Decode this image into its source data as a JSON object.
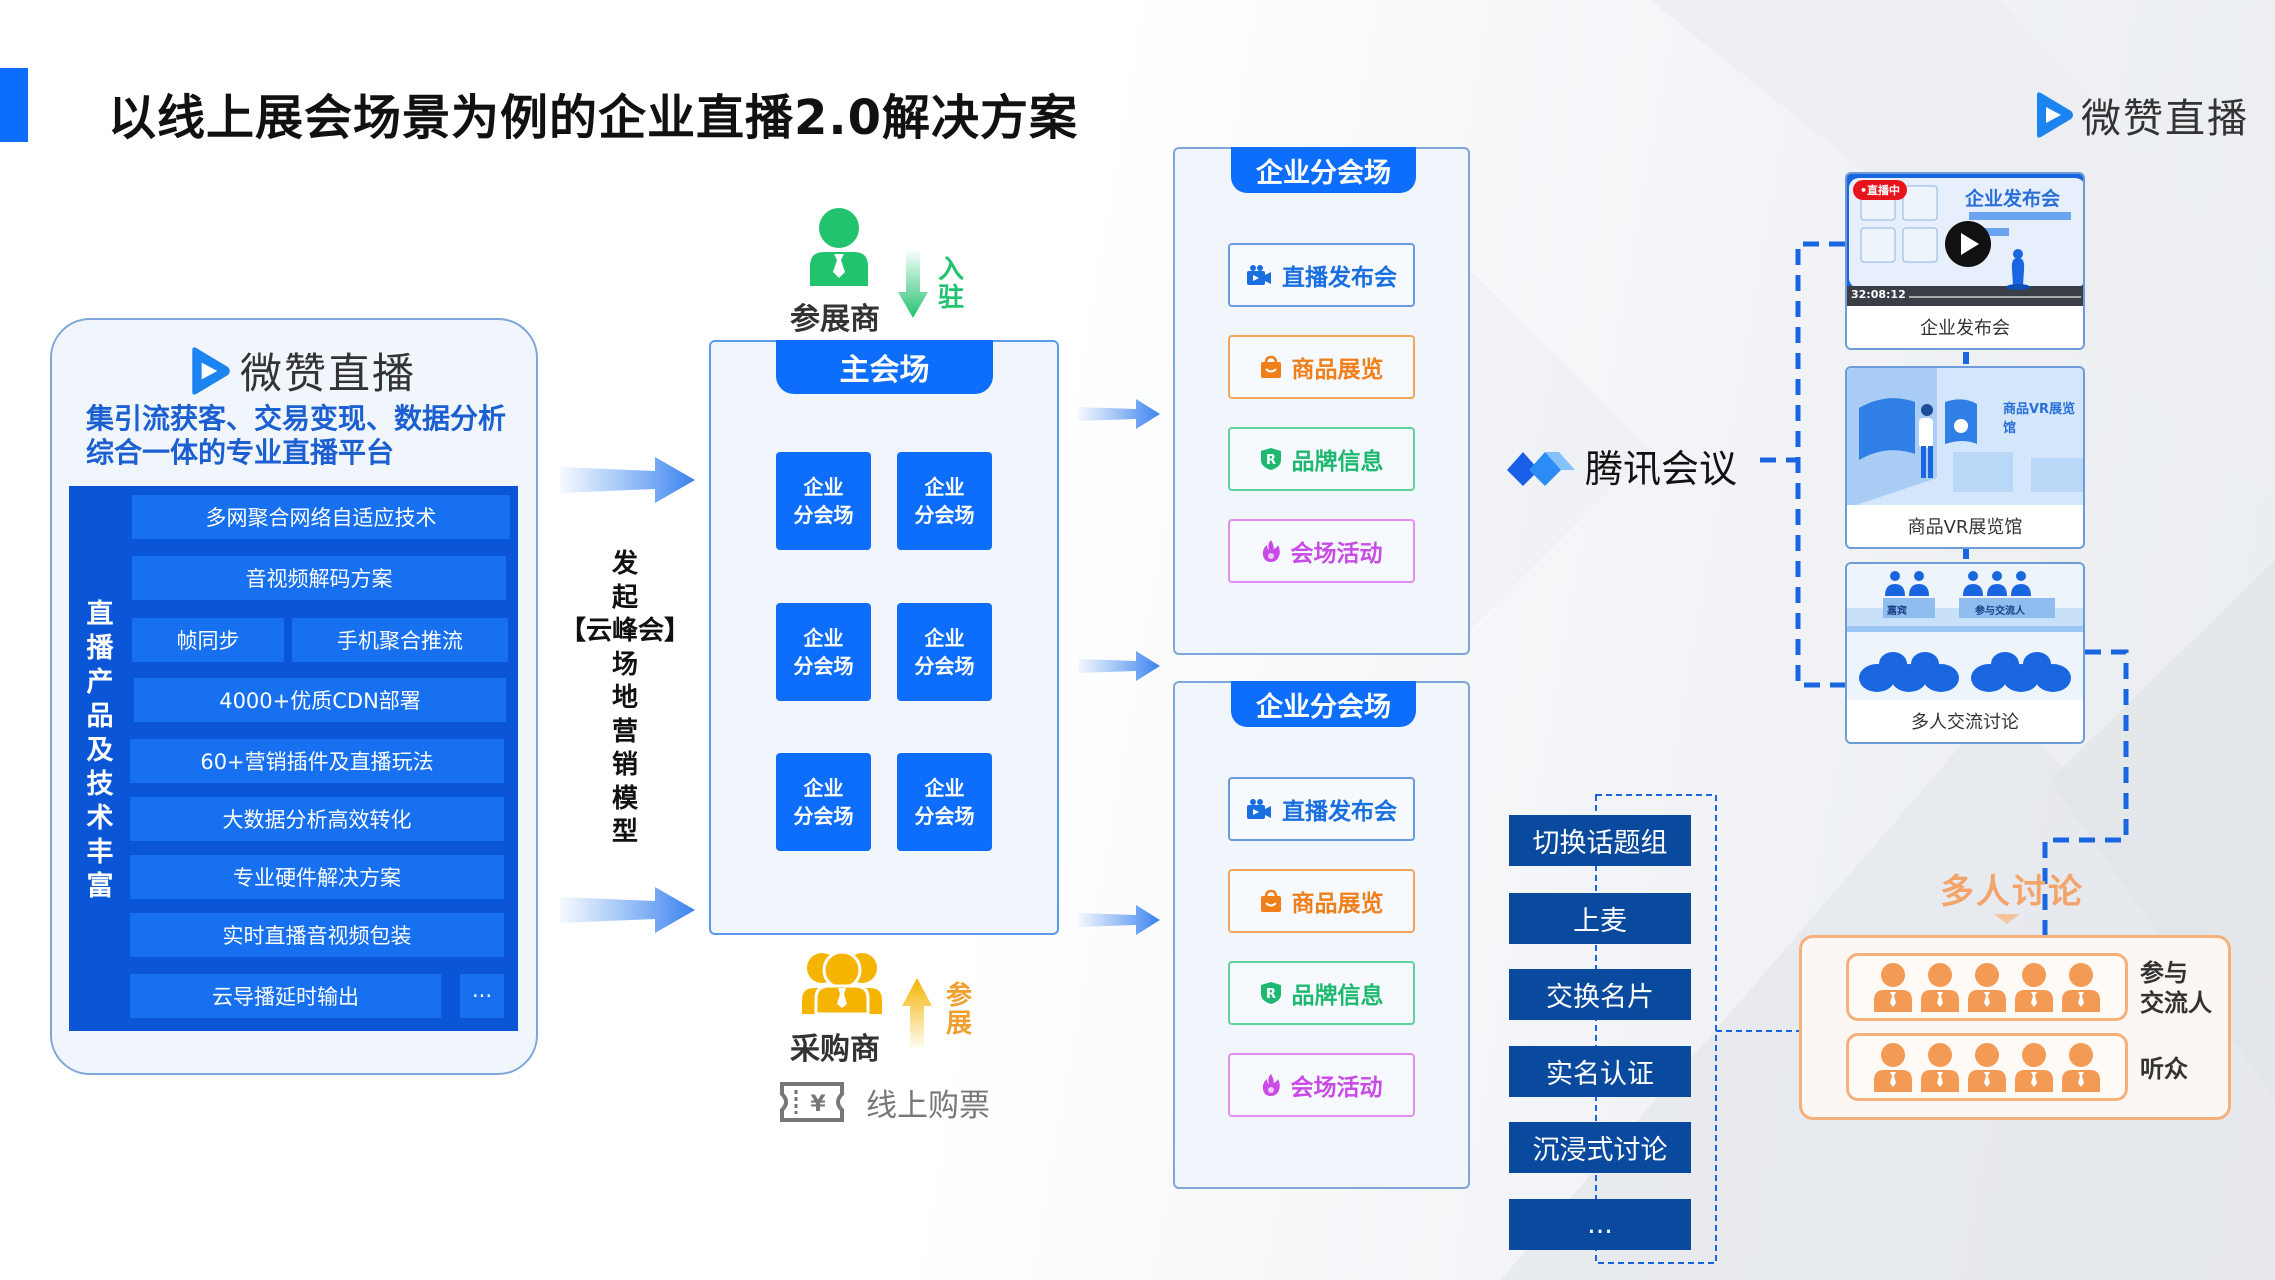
{
  "title": "以线上展会场景为例的企业直播2.0解决方案",
  "brand": {
    "name": "微赞直播",
    "icon": "play-logo-icon",
    "color": "#1b84f0"
  },
  "left_panel": {
    "brand_name": "微赞直播",
    "description": "集引流获客、交易变现、数据分析综合一体的专业直播平台",
    "side_label": "直播产品及技术丰富",
    "items": [
      "多网聚合网络自适应技术",
      "音视频解码方案",
      "帧同步",
      "手机聚合推流",
      "4000+优质CDN部署",
      "60+营销插件及直播玩法",
      "大数据分析高效转化",
      "专业硬件解决方案",
      "实时直播音视频包装",
      "云导播延时输出",
      "···"
    ]
  },
  "vertical_caption": [
    "发",
    "起",
    "【云峰会】",
    "场",
    "地",
    "营",
    "销",
    "模",
    "型"
  ],
  "exhibitor": {
    "label": "参展商",
    "action": [
      "入",
      "驻"
    ],
    "color": "#22c36f"
  },
  "buyer": {
    "label": "采购商",
    "action": [
      "参",
      "展"
    ],
    "color": "#f5b400",
    "ticket_label": "线上购票",
    "ticket_icon": "ticket-yuan-icon"
  },
  "main_venue": {
    "label": "主会场",
    "sub_venues": [
      [
        "企业",
        "分会场"
      ],
      [
        "企业",
        "分会场"
      ],
      [
        "企业",
        "分会场"
      ],
      [
        "企业",
        "分会场"
      ],
      [
        "企业",
        "分会场"
      ],
      [
        "企业",
        "分会场"
      ]
    ]
  },
  "branch_venues": [
    {
      "label": "企业分会场",
      "features": [
        {
          "label": "直播发布会",
          "icon": "video-camera-icon",
          "color": "#1a6fe0"
        },
        {
          "label": "商品展览",
          "icon": "shopping-bag-icon",
          "color": "#f07f1a"
        },
        {
          "label": "品牌信息",
          "icon": "registered-shield-icon",
          "color": "#1fb870"
        },
        {
          "label": "会场活动",
          "icon": "flame-icon",
          "color": "#c94be6"
        }
      ]
    },
    {
      "label": "企业分会场",
      "features": [
        {
          "label": "直播发布会",
          "icon": "video-camera-icon",
          "color": "#1a6fe0"
        },
        {
          "label": "商品展览",
          "icon": "shopping-bag-icon",
          "color": "#f07f1a"
        },
        {
          "label": "品牌信息",
          "icon": "registered-shield-icon",
          "color": "#1fb870"
        },
        {
          "label": "会场活动",
          "icon": "flame-icon",
          "color": "#c94be6"
        }
      ]
    }
  ],
  "tencent": {
    "label": "腾讯会议",
    "icon": "tencent-meeting-logo-icon"
  },
  "scene_cards": [
    {
      "caption": "企业发布会",
      "screen_title": "企业发布会",
      "live_badge": "直播中",
      "timestamp": "32:08:12"
    },
    {
      "caption": "商品VR展览馆",
      "screen_title": "商品VR展览馆"
    },
    {
      "caption": "多人交流讨论",
      "tags": [
        "嘉宾",
        "参与交流人"
      ]
    }
  ],
  "actions": [
    "切换话题组",
    "上麦",
    "交换名片",
    "实名认证",
    "沉浸式讨论",
    "..."
  ],
  "discussion": {
    "title": "多人讨论",
    "rows": [
      {
        "label": "参与交流人",
        "label_lines": [
          "参与",
          "交流人"
        ],
        "count": 5
      },
      {
        "label": "听众",
        "label_lines": [
          "听众"
        ],
        "count": 5
      }
    ],
    "color": "#f39a55"
  }
}
